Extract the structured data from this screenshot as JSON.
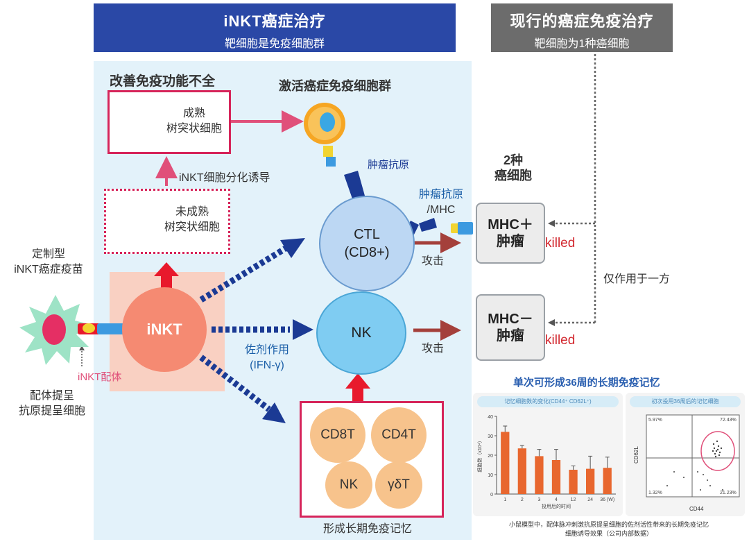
{
  "banner_left": {
    "title": "iNKT癌症治疗",
    "subtitle": "靶细胞是免疫细胞群"
  },
  "banner_right": {
    "title": "现行的癌症免疫治疗",
    "subtitle": "靶细胞为1种癌细胞"
  },
  "labels": {
    "improve": "改善免疫功能不全",
    "activate": "激活癌症免疫细胞群",
    "mature_dc": [
      "成熟",
      "树突状细胞"
    ],
    "immature_dc": [
      "未成熟",
      "树突状细胞"
    ],
    "differentiation": "iNKT细胞分化诱导",
    "tumor_antigen": "肿瘤抗原",
    "tumor_antigen_mhc": [
      "肿瘤抗原",
      "/MHC"
    ],
    "two_kinds": [
      "2种",
      "癌细胞"
    ],
    "attack1": "攻击",
    "attack2": "攻击",
    "one_side": "仅作用于一方",
    "custom_vaccine": [
      "定制型",
      "iNKT癌症疫苗"
    ],
    "ligand": "iNKT配体",
    "apc": [
      "配体提呈",
      "抗原提呈细胞"
    ],
    "adjuvant": [
      "佐剂作用",
      "(IFN-γ)"
    ],
    "long_memory": "形成长期免疫记忆",
    "chart_title": "单次可形成36周的长期免疫记忆",
    "caption": [
      "小鼠模型中，配体脉冲刺激抗原提呈细胞的佐剂活性带来的长期免疫记忆",
      "细胞诱导效果（公司内部数据）"
    ]
  },
  "cells": {
    "inkt": "iNKT",
    "ctl": [
      "CTL",
      "(CD8+)"
    ],
    "nk": "NK",
    "memory": [
      "CD8T",
      "CD4T",
      "NK",
      "γδT"
    ]
  },
  "tumors": {
    "mhc_plus": [
      "MHC＋",
      "肿瘤"
    ],
    "mhc_minus": [
      "MHC－",
      "肿瘤"
    ],
    "killed": "killed"
  },
  "panel1": {
    "title": "记忆细胞数的变化(CD44⁺ CD62L⁺)",
    "ylabel": "细胞数（x10⁴）",
    "xlabel": "投用后的时间",
    "yticks": [
      "0",
      "10",
      "20",
      "30",
      "40"
    ]
  },
  "panel2": {
    "title": "初次投用36周后的记忆细胞",
    "xlabel": "CD44",
    "ylabel": "CD62L",
    "q_tl": "5.97%",
    "q_tr": "72.43%",
    "q_bl": "1.32%",
    "q_br": "21.23%"
  },
  "chart_data": {
    "type": "bar",
    "categories": [
      "1",
      "2",
      "3",
      "4",
      "12",
      "24",
      "36 (W)"
    ],
    "values": [
      32,
      23.5,
      19.5,
      17.5,
      12.5,
      13,
      13.5
    ],
    "errors": [
      3,
      1.5,
      3.5,
      5.5,
      2,
      6.5,
      5.5
    ],
    "ylim": [
      0,
      40
    ],
    "color": "#e8672f"
  },
  "colors": {
    "pink": "#d6245a",
    "navy": "#1b3a94",
    "arrow_red": "#e8192c",
    "brown": "#a4403b"
  }
}
